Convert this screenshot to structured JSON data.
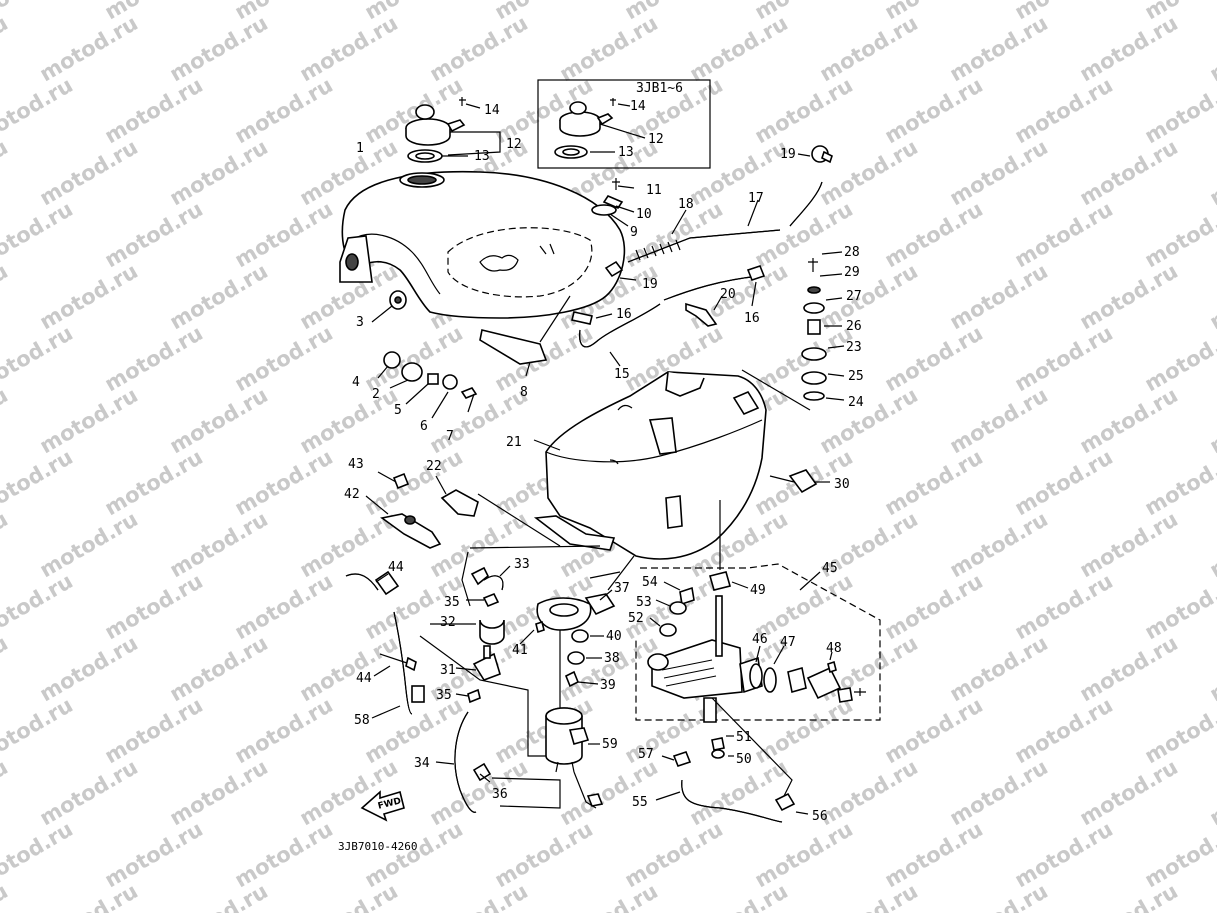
{
  "watermark": "motod.ru",
  "variant_label": "3JB1~6",
  "diagram_code": "3JB7010-4260",
  "fwd_label": "FWD",
  "callouts": {
    "c1": "1",
    "c2": "2",
    "c3": "3",
    "c4": "4",
    "c5": "5",
    "c6": "6",
    "c7": "7",
    "c8": "8",
    "c9": "9",
    "c10": "10",
    "c11": "11",
    "c12": "12",
    "c13": "13",
    "c14": "14",
    "c15": "15",
    "c16a": "16",
    "c16b": "16",
    "c17": "17",
    "c18": "18",
    "c19a": "19",
    "c19b": "19",
    "c20": "20",
    "c21": "21",
    "c22": "22",
    "c23": "23",
    "c24": "24",
    "c25": "25",
    "c26": "26",
    "c27": "27",
    "c28": "28",
    "c29": "29",
    "c30": "30",
    "c31": "31",
    "c32": "32",
    "c33": "33",
    "c34": "34",
    "c35a": "35",
    "c35b": "35",
    "c36": "36",
    "c37": "37",
    "c38": "38",
    "c39": "39",
    "c40": "40",
    "c41": "41",
    "c42": "42",
    "c43": "43",
    "c44a": "44",
    "c44b": "44",
    "c45": "45",
    "c46": "46",
    "c47": "47",
    "c48": "48",
    "c49": "49",
    "c50": "50",
    "c51": "51",
    "c52": "52",
    "c53": "53",
    "c54": "54",
    "c55": "55",
    "c56": "56",
    "c57": "57",
    "c58": "58",
    "c59": "59",
    "inset12": "12",
    "inset13": "13",
    "inset14": "14"
  }
}
